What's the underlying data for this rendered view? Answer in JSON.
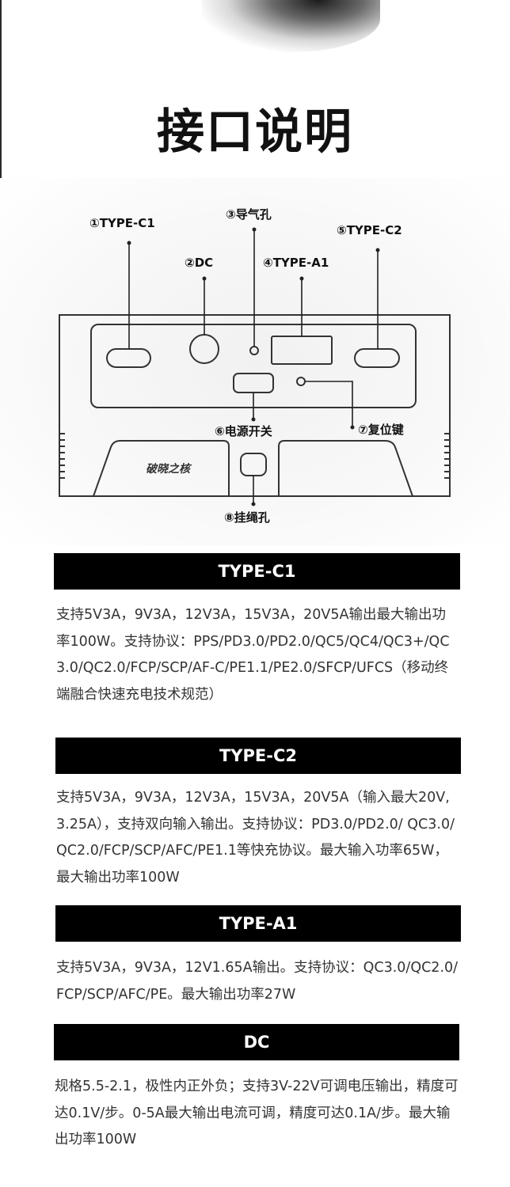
{
  "title": "接口说明",
  "device_logo_text": "破晓之核",
  "callouts": {
    "type_c1": "①TYPE-C1",
    "dc": "②DC",
    "vent": "③导气孔",
    "type_a1": "④TYPE-A1",
    "type_c2": "⑤TYPE-C2",
    "power_switch": "⑥电源开关",
    "reset_button": "⑦复位键",
    "lanyard_hole": "⑧挂绳孔"
  },
  "sections": [
    {
      "header": "TYPE-C1",
      "body": "支持5V3A，9V3A，12V3A，15V3A，20V5A输出最大输出功率100W。支持协议：PPS/PD3.0/PD2.0/QC5/QC4/QC3+/QC3.0/QC2.0/FCP/SCP/AF-C/PE1.1/PE2.0/SFCP/UFCS（移动终端融合快速充电技术规范）"
    },
    {
      "header": "TYPE-C2",
      "body": "支持5V3A，9V3A，12V3A，15V3A，20V5A（输入最大20V,3.25A），支持双向输入输出。支持协议：PD3.0/PD2.0/ QC3.0/QC2.0/FCP/SCP/AFC/PE1.1等快充协议。最大输入功率65W，最大输出功率100W"
    },
    {
      "header": "TYPE-A1",
      "body": "支持5V3A，9V3A，12V1.65A输出。支持协议：QC3.0/QC2.0/FCP/SCP/AFC/PE。最大输出功率27W"
    },
    {
      "header": "DC",
      "body": "规格5.5-2.1，极性内正外负；支持3V-22V可调电压输出，精度可达0.1V/步。0-5A最大输出电流可调，精度可达0.1A/步。最大输出功率100W"
    }
  ]
}
